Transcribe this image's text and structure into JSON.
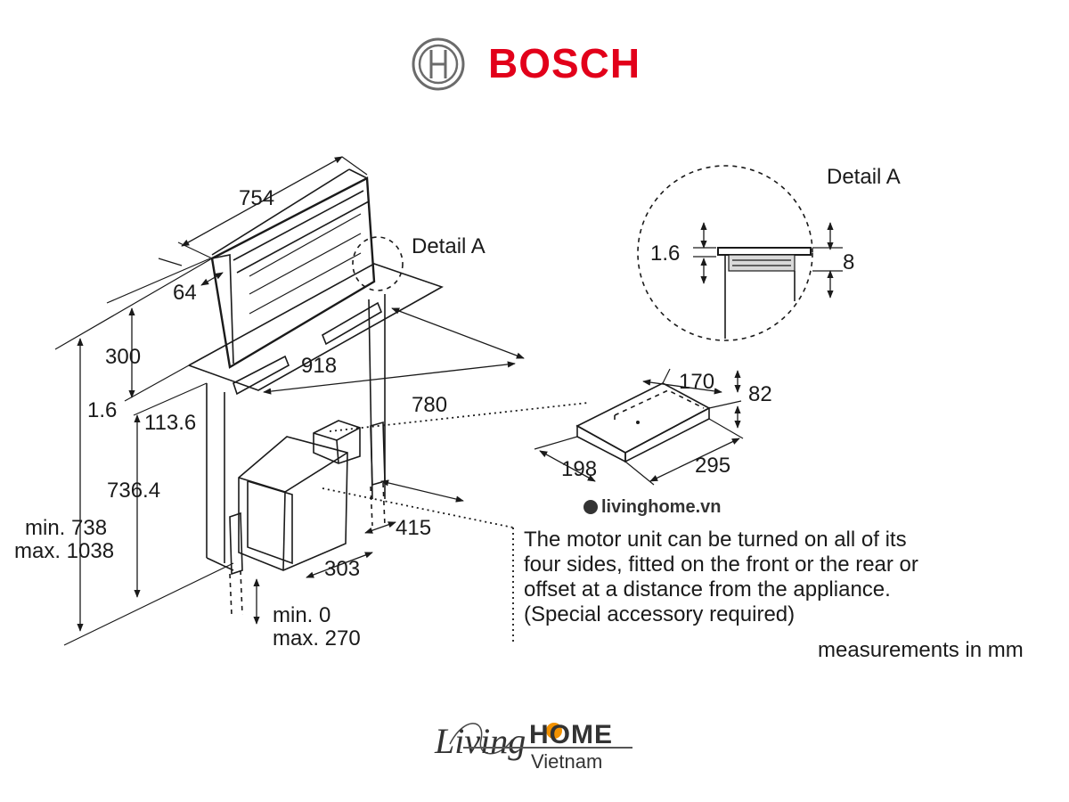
{
  "brand": {
    "name": "BOSCH",
    "brand_color": "#e2001a",
    "emblem_icon": "bosch-armature-icon"
  },
  "detail_label_main": "Detail A",
  "detail_label_inset": "Detail A",
  "dimensions": {
    "width": "754",
    "depth_frame": "64",
    "above_worktop": "300",
    "frame_thickness": "1.6",
    "cut_depth": "918",
    "cut_width": "780",
    "body_offset": "113.6",
    "body_height": "736.4",
    "total_height_min": "min. 738",
    "total_height_max": "max. 1038",
    "foot_adjust_min": "min. 0",
    "foot_adjust_max": "max. 270",
    "motor_width": "415",
    "motor_depth": "303",
    "detail_thickness": "1.6",
    "detail_height": "8",
    "filter_width": "170",
    "filter_height": "82",
    "filter_depth": "198",
    "filter_length": "295"
  },
  "note": {
    "lines": [
      "The motor unit can be turned on all of its",
      "four sides, fitted on the front or the rear or",
      "offset at a distance from the appliance.",
      "(Special accessory required)"
    ]
  },
  "units_label": "measurements in mm",
  "watermark": "livinghome.vn",
  "footer_logo": {
    "script": "Living",
    "word": "HOME",
    "sub": "Vietnam",
    "accent_color": "#f39200"
  }
}
